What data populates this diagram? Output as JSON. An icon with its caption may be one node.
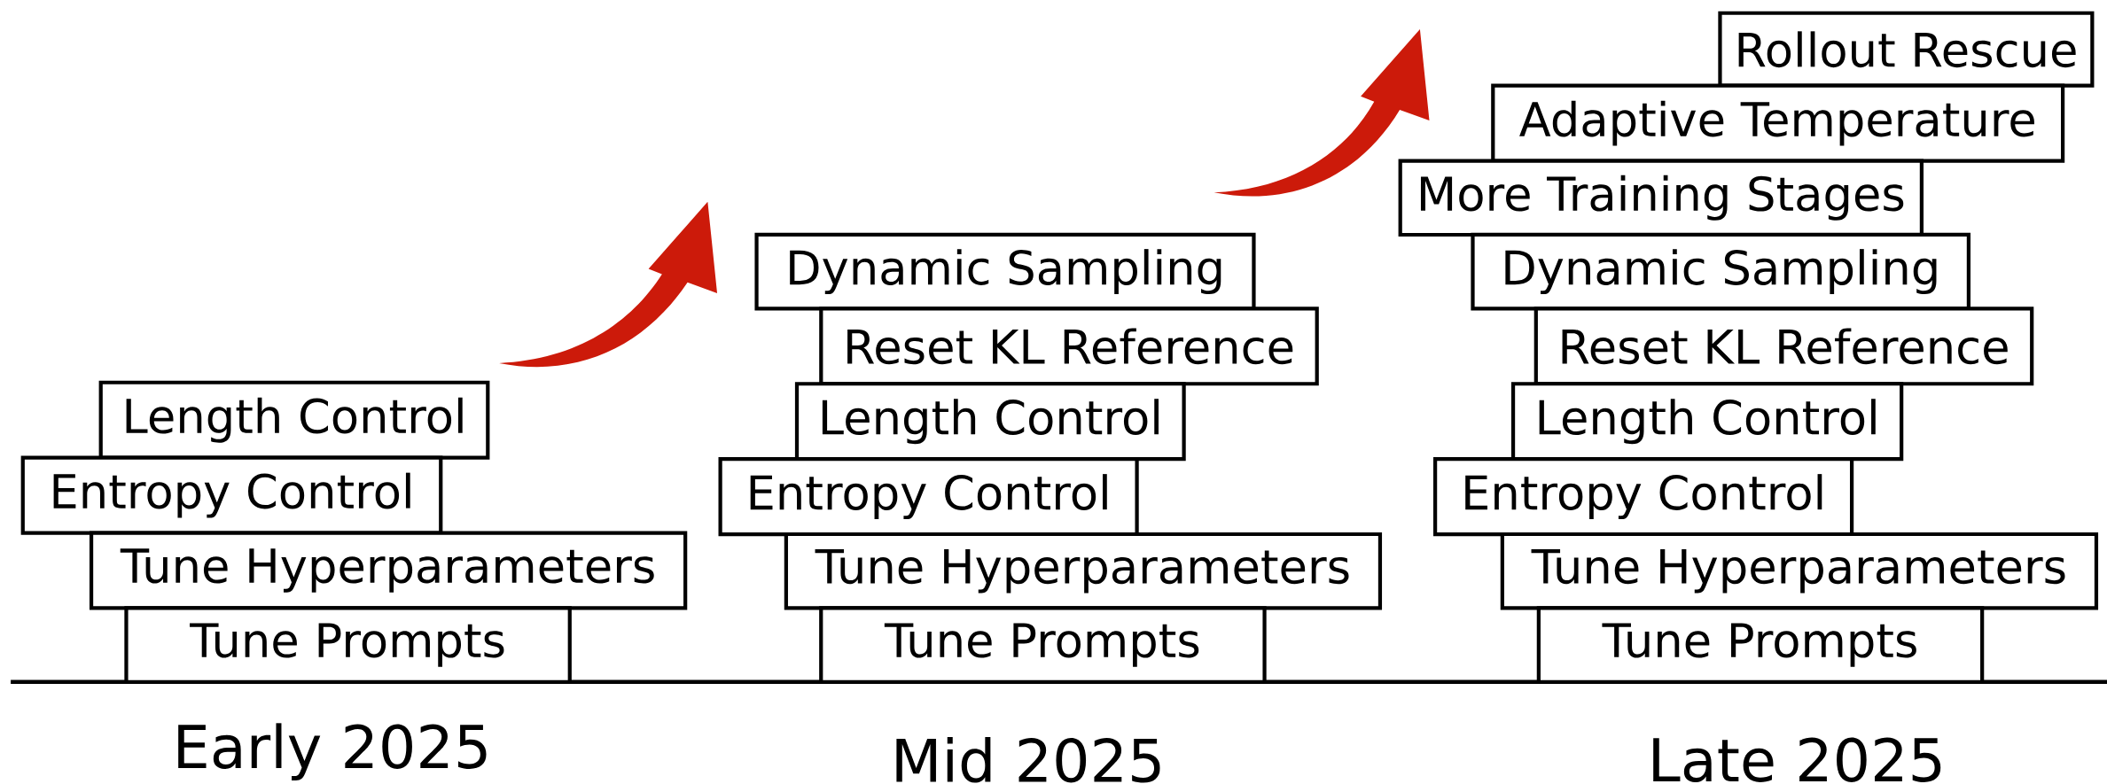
{
  "diagram": {
    "nodes": [
      {
        "text": [
          "Length Control"
        ]
      },
      {
        "text": [
          "Entropy Control"
        ]
      },
      {
        "text": [
          "Tune Hyperparameters"
        ]
      },
      {
        "text": [
          "Tune Prompts"
        ]
      },
      {
        "text": [
          "Dynamic Sampling"
        ]
      },
      {
        "text": [
          "Reset KL Reference"
        ]
      },
      {
        "text": [
          "Length Control"
        ]
      },
      {
        "text": [
          "Entropy Control"
        ]
      },
      {
        "text": [
          "Tune Hyperparameters"
        ]
      },
      {
        "text": [
          "Tune Prompts"
        ]
      },
      {
        "text": [
          "Rollout Rescue"
        ]
      },
      {
        "text": [
          "Adaptive Temperature"
        ]
      },
      {
        "text": [
          "More Training Stages"
        ]
      },
      {
        "text": [
          "Dynamic Sampling"
        ]
      },
      {
        "text": [
          "Reset KL Reference"
        ]
      },
      {
        "text": [
          "Length Control"
        ]
      },
      {
        "text": [
          "Entropy Control"
        ]
      },
      {
        "text": [
          "Tune Hyperparameters"
        ]
      },
      {
        "text": [
          "Tune Prompts"
        ]
      }
    ],
    "edges": [
      {
        "from": 0,
        "to": 4,
        "arrow": "to",
        "style": "thick",
        "color": "#cc1a0a"
      },
      {
        "from": 4,
        "to": 11,
        "arrow": "to",
        "style": "thick",
        "color": "#cc1a0a"
      }
    ],
    "labels": [
      "Early 2025",
      "Mid 2025",
      "Late 2025"
    ]
  }
}
